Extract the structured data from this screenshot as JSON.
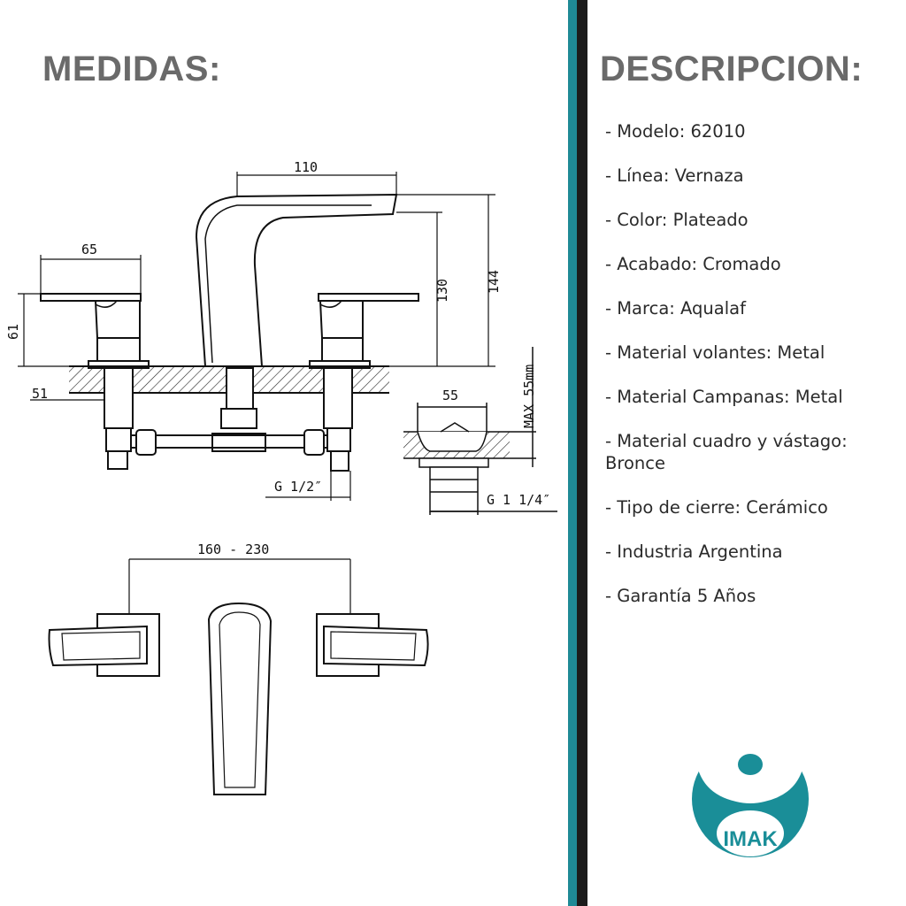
{
  "headings": {
    "left": "MEDIDAS:",
    "right": "DESCRIPCION:"
  },
  "dimensions": {
    "spout_reach": "110",
    "handle_width": "65",
    "handle_height": "61",
    "spout_height": "130",
    "total_height": "144",
    "base_offset": "51",
    "deck_width": "55",
    "max_deck": "MAX 55mm",
    "thread_side": "G 1/2″",
    "thread_center": "G 1 1/4″",
    "spread": "160 - 230"
  },
  "specs": [
    "- Modelo: 62010",
    "- Línea: Vernaza",
    "- Color: Plateado",
    "- Acabado: Cromado",
    "- Marca: Aqualaf",
    "- Material volantes: Metal",
    "- Material Campanas: Metal",
    "- Material cuadro y vástago:\n  Bronce",
    "- Tipo de cierre: Cerámico",
    "- Industria Argentina",
    "- Garantía 5 Años"
  ],
  "logo": {
    "text": "IMAK",
    "color": "#1a8e98"
  },
  "colors": {
    "divider_teal": "#1f8a96",
    "divider_dark": "#1c1c1c",
    "heading": "#6a6a6a"
  }
}
